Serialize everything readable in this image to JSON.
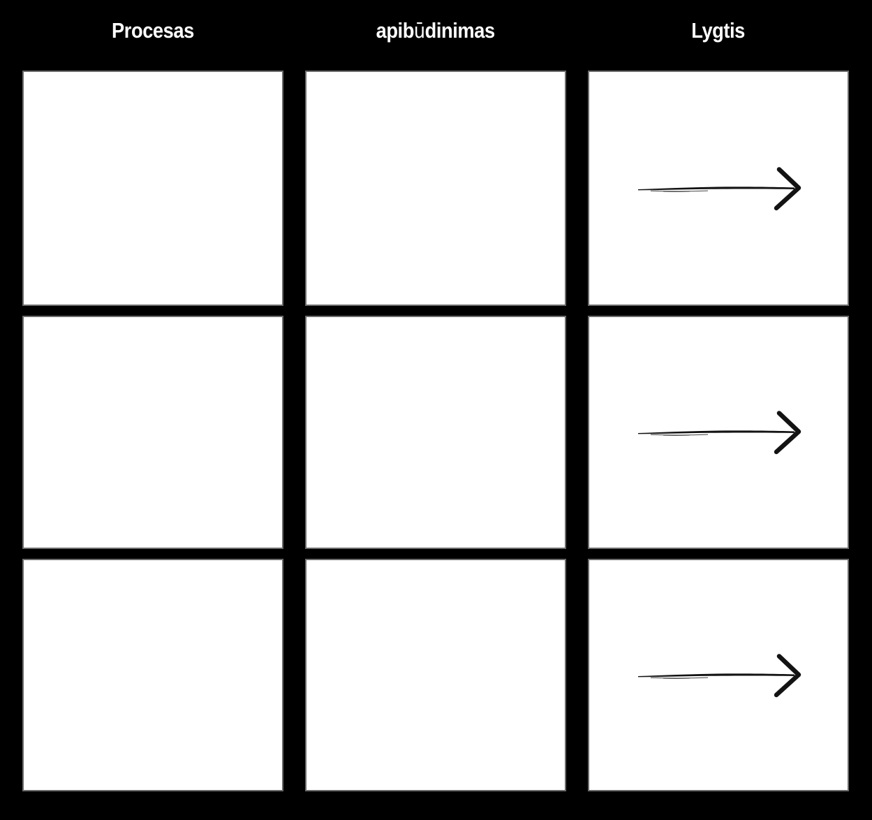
{
  "header": {
    "columns": [
      {
        "label": "Procesas"
      },
      {
        "label": "apibūdinimas",
        "parts": {
          "pre": "apib",
          "special": "ū",
          "post": "dinimas"
        }
      },
      {
        "label": "Lygtis"
      }
    ]
  },
  "grid": {
    "rows": [
      {
        "cells": [
          {
            "content": "empty"
          },
          {
            "content": "empty"
          },
          {
            "content": "arrow-right"
          }
        ]
      },
      {
        "cells": [
          {
            "content": "empty"
          },
          {
            "content": "empty"
          },
          {
            "content": "arrow-right"
          }
        ]
      },
      {
        "cells": [
          {
            "content": "empty"
          },
          {
            "content": "empty"
          },
          {
            "content": "arrow-right"
          }
        ]
      }
    ]
  },
  "icons": {
    "arrow": "hand-drawn-right-arrow"
  },
  "colors": {
    "background": "#000000",
    "header_text": "#ffffff",
    "cell_fill": "#ffffff",
    "cell_border": "#6b6b6b",
    "arrow": "#131313"
  }
}
